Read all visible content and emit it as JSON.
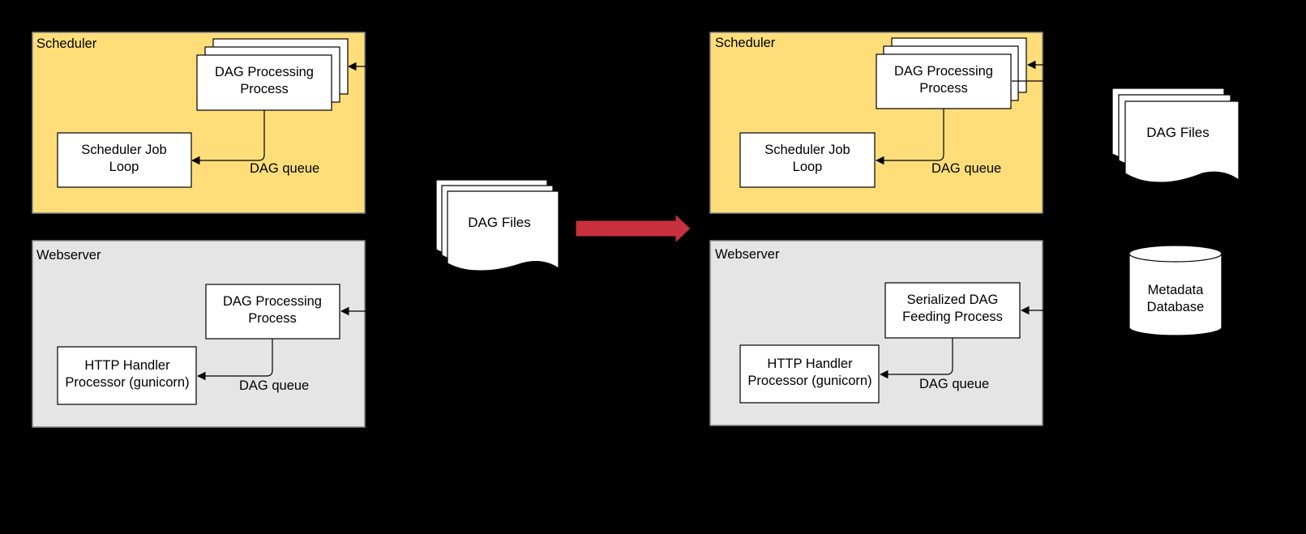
{
  "colors": {
    "background": "#000000",
    "scheduler_fill": "#FFDE7A",
    "webserver_fill": "#E5E5E5",
    "box_fill": "#FFFFFF",
    "transition_arrow": "#C9303E"
  },
  "before": {
    "scheduler": {
      "title": "Scheduler",
      "dag_processing": [
        "DAG Processing",
        "Process"
      ],
      "job_loop": [
        "Scheduler Job",
        "Loop"
      ],
      "queue_label": "DAG queue"
    },
    "webserver": {
      "title": "Webserver",
      "dag_processing": [
        "DAG Processing",
        "Process"
      ],
      "http_handler": [
        "HTTP Handler",
        "Processor (gunicorn)"
      ],
      "queue_label": "DAG queue"
    }
  },
  "dag_files_center": "DAG Files",
  "after": {
    "scheduler": {
      "title": "Scheduler",
      "dag_processing": [
        "DAG Processing",
        "Process"
      ],
      "job_loop": [
        "Scheduler Job",
        "Loop"
      ],
      "queue_label": "DAG queue"
    },
    "webserver": {
      "title": "Webserver",
      "serialized_feeding": [
        "Serialized DAG",
        "Feeding Process"
      ],
      "http_handler": [
        "HTTP Handler",
        "Processor (gunicorn)"
      ],
      "queue_label": "DAG queue"
    },
    "dag_files": "DAG Files",
    "metadata_db": [
      "Metadata",
      "Database"
    ]
  }
}
